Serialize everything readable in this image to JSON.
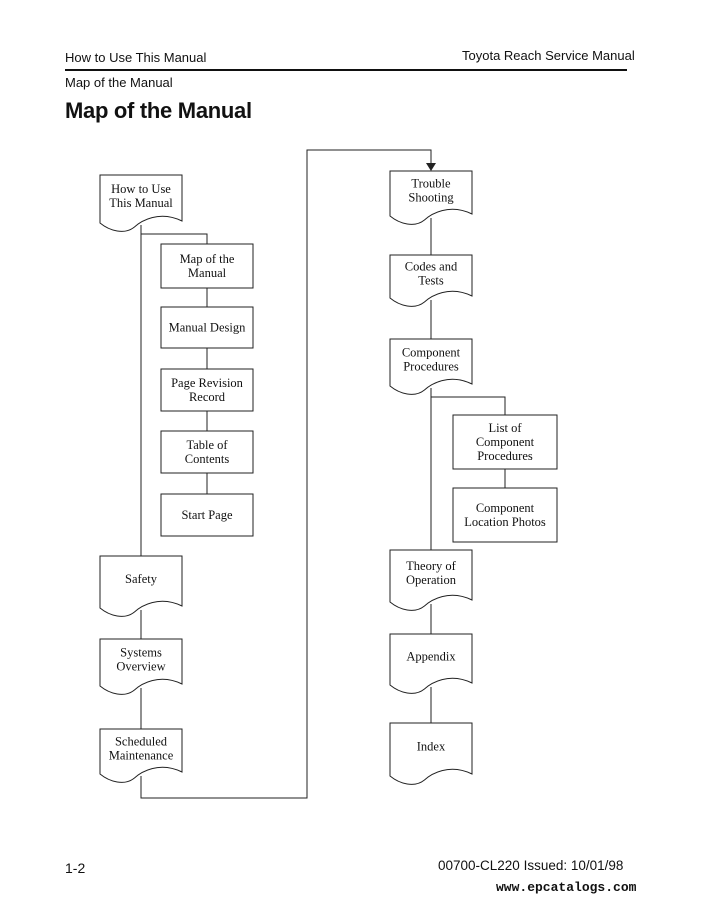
{
  "header": {
    "left": "How to Use This Manual",
    "right": "Toyota Reach Service Manual",
    "subtitle": "Map of the Manual"
  },
  "page_title": "Map of the Manual",
  "boxes": {
    "how_to_use": [
      "How to Use",
      "This Manual"
    ],
    "map_of_manual": [
      "Map of the",
      "Manual"
    ],
    "manual_design": [
      "Manual Design"
    ],
    "page_revision": [
      "Page Revision",
      "Record"
    ],
    "table_of_contents": [
      "Table of",
      "Contents"
    ],
    "start_page": [
      "Start Page"
    ],
    "safety": [
      "Safety"
    ],
    "systems_overview": [
      "Systems",
      "Overview"
    ],
    "scheduled_maintenance": [
      "Scheduled",
      "Maintenance"
    ],
    "trouble_shooting": [
      "Trouble",
      "Shooting"
    ],
    "codes_and_tests": [
      "Codes and",
      "Tests"
    ],
    "component_procedures": [
      "Component",
      "Procedures"
    ],
    "list_of_component_procedures": [
      "List of",
      "Component",
      "Procedures"
    ],
    "component_location_photos": [
      "Component",
      "Location Photos"
    ],
    "theory_of_operation": [
      "Theory of",
      "Operation"
    ],
    "appendix": [
      "Appendix"
    ],
    "index": [
      "Index"
    ]
  },
  "footer": {
    "page_number": "1-2",
    "doc_id": "00700-CL220 Issued:  10/01/98",
    "website": "www.epcatalogs.com"
  }
}
